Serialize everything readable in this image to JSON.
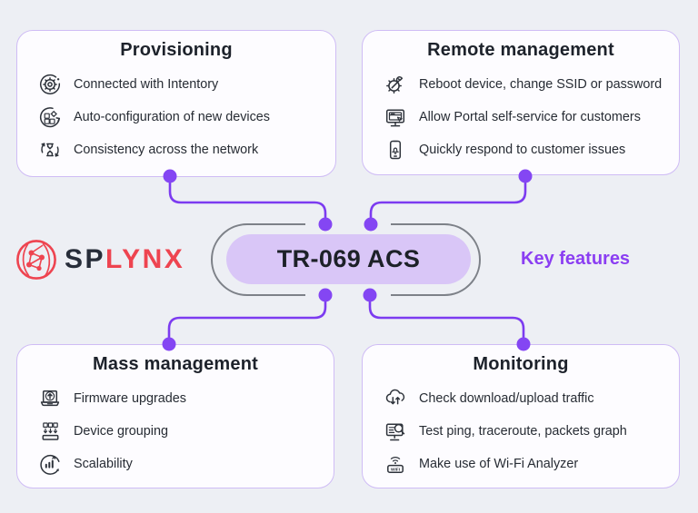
{
  "colors": {
    "page_bg": "#edeff4",
    "card_border": "#cfbcf5",
    "card_bg": "#fdfcff",
    "accent_purple": "#7c3bf0",
    "dot_purple": "#8446f3",
    "pill_bg": "#d9c6f7",
    "stadium_gray": "#7d8188",
    "brand_red": "#ee4450",
    "brand_dark": "#272d39",
    "title_color": "#1d222b",
    "text_color": "#272c34",
    "key_features_color": "#8b3ef2"
  },
  "logo": {
    "icon": "splynx-globe-network",
    "brand_prefix": "SP",
    "brand_suffix": "LYNX"
  },
  "center": {
    "pill_label": "TR-069 ACS"
  },
  "key_features_label": "Key features",
  "cards": [
    {
      "id": "provisioning",
      "title": "Provisioning",
      "items": [
        {
          "icon": "gear-circle",
          "text": "Connected with Intentory"
        },
        {
          "icon": "boxes-gear",
          "text": "Auto-configuration of new devices"
        },
        {
          "icon": "hourglass-sync",
          "text": "Consistency across the network"
        }
      ]
    },
    {
      "id": "remote-management",
      "title": "Remote management",
      "items": [
        {
          "icon": "gear-wrench",
          "text": "Reboot device, change SSID or password"
        },
        {
          "icon": "monitor-window",
          "text": "Allow Portal self-service for customers"
        },
        {
          "icon": "phone-bell",
          "text": "Quickly respond to customer issues"
        }
      ]
    },
    {
      "id": "mass-management",
      "title": "Mass management",
      "items": [
        {
          "icon": "laptop-upload",
          "text": "Firmware upgrades"
        },
        {
          "icon": "boxes-tray",
          "text": "Device grouping"
        },
        {
          "icon": "bar-chart-circle",
          "text": "Scalability"
        }
      ]
    },
    {
      "id": "monitoring",
      "title": "Monitoring",
      "items": [
        {
          "icon": "cloud-arrows",
          "text": "Check download/upload traffic"
        },
        {
          "icon": "monitor-magnifier",
          "text": "Test ping, traceroute, packets graph"
        },
        {
          "icon": "wifi-router",
          "text": "Make use of Wi-Fi Analyzer",
          "icon_label": "WIFI"
        }
      ]
    }
  ]
}
